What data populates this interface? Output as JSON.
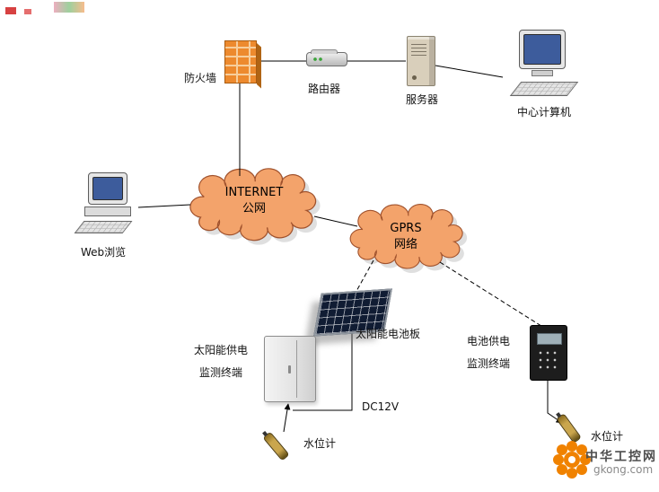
{
  "diagram": {
    "top_row": {
      "firewall_label": "防火墙",
      "router_label": "路由器",
      "server_label": "服务器",
      "central_computer_label": "中心计算机"
    },
    "left": {
      "web_browse_label": "Web浏览"
    },
    "clouds": {
      "internet": {
        "line1": "INTERNET",
        "line2": "公网"
      },
      "gprs": {
        "line1": "GPRS",
        "line2": "网络"
      }
    },
    "field": {
      "solar_panel_label": "太阳能电池板",
      "solar_terminal_line1": "太阳能供电",
      "solar_terminal_line2": "监测终端",
      "battery_terminal_line1": "电池供电",
      "battery_terminal_line2": "监测终端",
      "dc12v_label": "DC12V",
      "water_gauge_left_label": "水位计",
      "water_gauge_right_label": "水位计"
    }
  },
  "watermark": {
    "site_name": "中华工控网",
    "site_url": "gkong.com"
  },
  "colors": {
    "cloud_fill": "#F3A36B",
    "cloud_stroke": "#A0522D",
    "firewall_brick": "#ED8A2E",
    "connector_line": "#000000",
    "watermark_orange": "#F08200",
    "background": "#FFFFFF"
  }
}
